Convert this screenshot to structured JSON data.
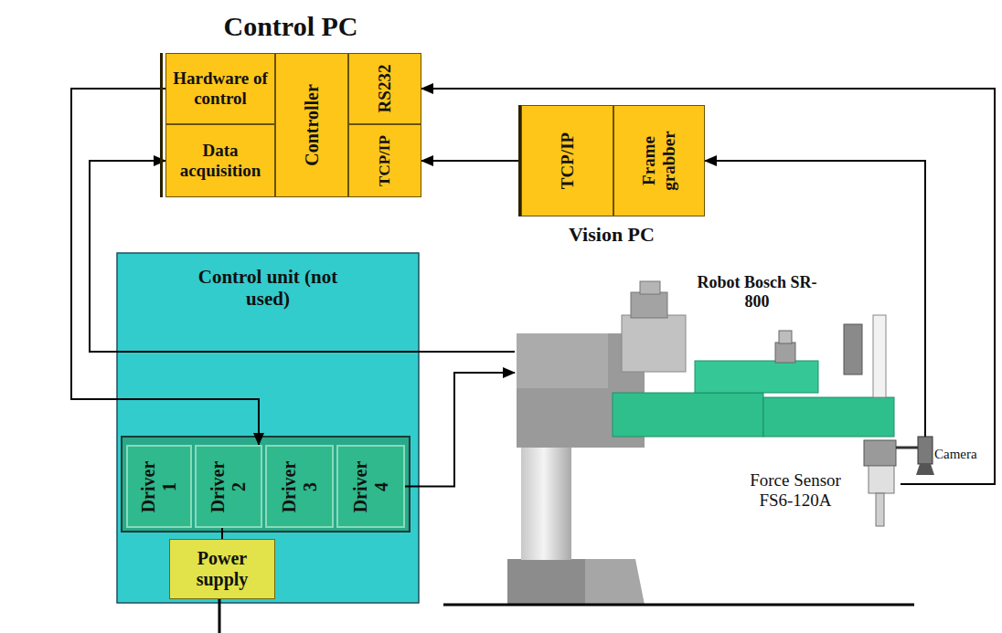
{
  "diagram": {
    "nodes": [
      {
        "text": [
          "Control PC"
        ]
      },
      {
        "text": [
          "Hardware of control"
        ],
        "in": 0
      },
      {
        "text": [
          "Data acquisition"
        ],
        "in": 0
      },
      {
        "text": [
          "Controller"
        ],
        "in": 0
      },
      {
        "text": [
          "RS232"
        ],
        "in": 0
      },
      {
        "text": [
          "TCP/IP"
        ],
        "in": 0
      },
      {
        "text": [
          "Vision PC"
        ]
      },
      {
        "text": [
          "TCP/IP"
        ],
        "in": 6
      },
      {
        "text": [
          "Frame grabber"
        ],
        "in": 6
      },
      {
        "text": [
          "Control unit (not used)"
        ]
      },
      {
        "text": [
          "Driver 1"
        ],
        "in": 9
      },
      {
        "text": [
          "Driver 2"
        ],
        "in": 9
      },
      {
        "text": [
          "Driver 3"
        ],
        "in": 9
      },
      {
        "text": [
          "Driver 4"
        ],
        "in": 9
      },
      {
        "text": [
          "Power supply"
        ],
        "in": 9
      },
      {
        "text": [
          "Robot Bosch SR-800"
        ]
      },
      {
        "text": [
          "Camera"
        ]
      },
      {
        "text": [
          "Force Sensor FS6-120A"
        ]
      }
    ],
    "edges": [
      {
        "from": 1,
        "to": 11,
        "arrow": "to"
      },
      {
        "from": 15,
        "to": 2,
        "arrow": "to"
      },
      {
        "from": 13,
        "to": 15,
        "arrow": "to"
      },
      {
        "from": 16,
        "to": 8,
        "arrow": "to"
      },
      {
        "from": 17,
        "to": 4,
        "arrow": "to"
      },
      {
        "from": 7,
        "to": 5,
        "arrow": "to"
      },
      {
        "from": 14,
        "to": 11,
        "arrow": "none"
      }
    ]
  }
}
